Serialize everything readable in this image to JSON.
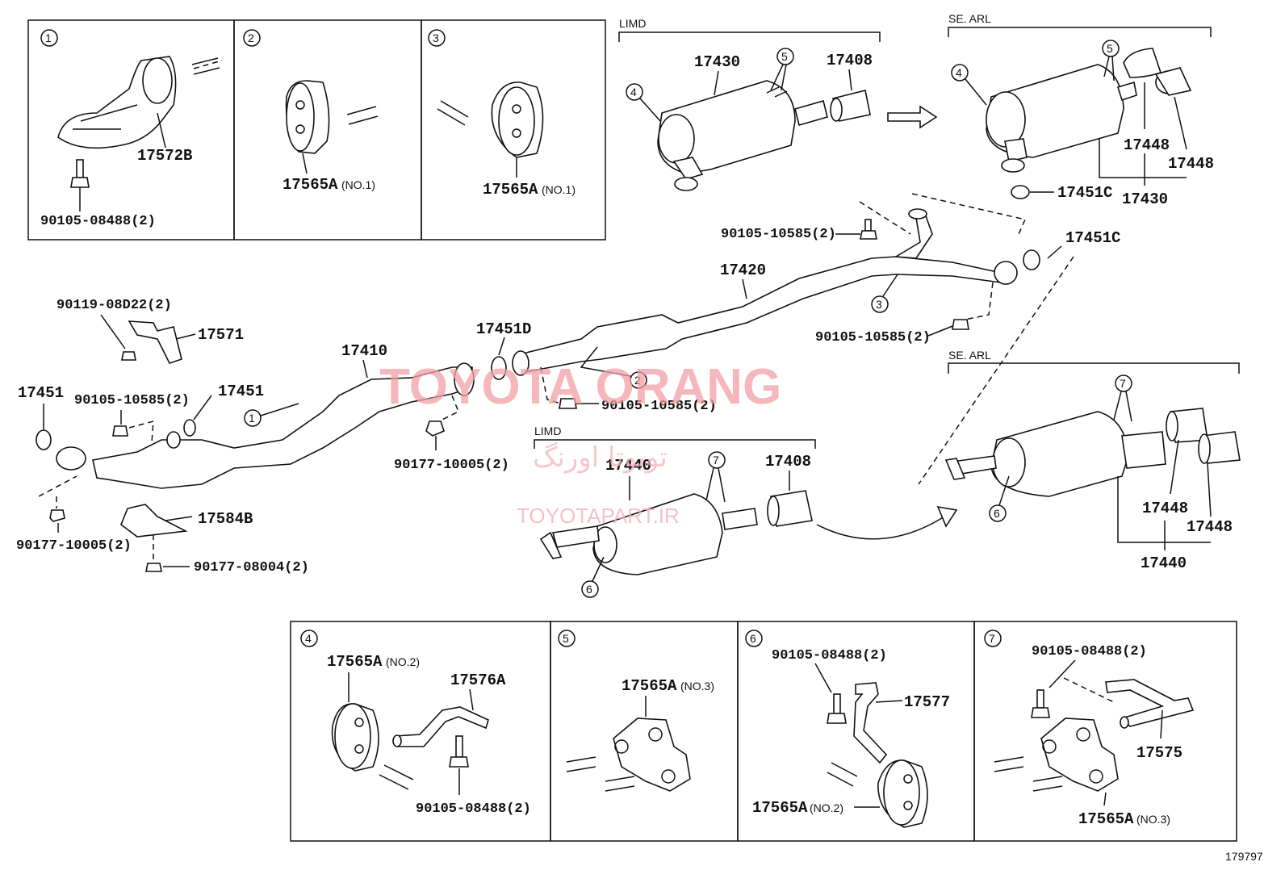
{
  "labels": {
    "p17572B": "17572B",
    "p90105_08488_a": "90105-08488(2)",
    "p17565A_1a": "17565A",
    "no1a": "(NO.1)",
    "p17565A_1b": "17565A",
    "no1b": "(NO.1)",
    "limd_top": "LIMD",
    "p17430_a": "17430",
    "p17408_a": "17408",
    "se_arl_top": "SE. ARL",
    "p17448_a": "17448",
    "p17448_b": "17448",
    "p17430_b": "17430",
    "p17451C_a": "17451C",
    "p90105_10585_a": "90105-10585(2)",
    "p17451C_b": "17451C",
    "p17420": "17420",
    "p90105_10585_b": "90105-10585(2)",
    "p90119_08D22": "90119-08D22(2)",
    "p17571": "17571",
    "p17410": "17410",
    "p17451D": "17451D",
    "p17451_a": "17451",
    "p90105_10585_c": "90105-10585(2)",
    "p17451_b": "17451",
    "p90105_10585_d": "90105-10585(2)",
    "p90177_10005_a": "90177-10005(2)",
    "p90177_10005_b": "90177-10005(2)",
    "p17584B": "17584B",
    "p90177_08004": "90177-08004(2)",
    "limd_mid": "LIMD",
    "p17440_a": "17440",
    "p17408_b": "17408",
    "se_arl_mid": "SE. ARL",
    "p17448_c": "17448",
    "p17448_d": "17448",
    "p17440_b": "17440",
    "p17565A_2a": "17565A",
    "no2a": "(NO.2)",
    "p17576A": "17576A",
    "p90105_08488_b": "90105-08488(2)",
    "p17565A_3a": "17565A",
    "no3a": "(NO.3)",
    "p90105_08488_c": "90105-08488(2)",
    "p17577": "17577",
    "p17565A_2b": "17565A",
    "no2b": "(NO.2)",
    "p90105_08488_d": "90105-08488(2)",
    "p17575": "17575",
    "p17565A_3b": "17565A",
    "no3b": "(NO.3)",
    "diagram_no": "179797"
  },
  "callouts": [
    "1",
    "2",
    "3",
    "4",
    "5",
    "6",
    "7"
  ],
  "watermark": {
    "main": "TOYOTA ORANG",
    "farsi": "تویوتا اورنگ",
    "site": "TOYOTAPART.IR"
  },
  "colors": {
    "line": "#111111",
    "watermark": "#f2a0a6"
  }
}
